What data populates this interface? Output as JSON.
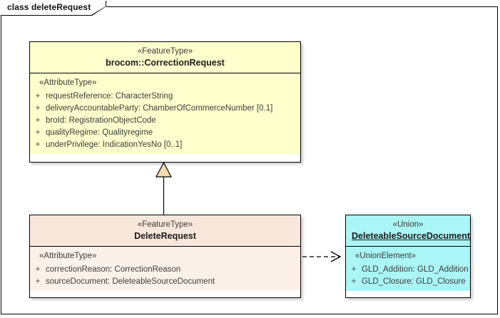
{
  "diagram": {
    "frame_label": "class deleteRequest",
    "background": "#ffffff",
    "border_color": "#000000"
  },
  "classes": [
    {
      "id": "correction-request",
      "stereotype": "«FeatureType»",
      "name": "brocom::CorrectionRequest",
      "fill_header": "#feffcc",
      "fill_body": "#feffcc",
      "compartment_stereotype": "«AttributeType»",
      "attributes": [
        {
          "visibility": "+",
          "text": "requestReference: CharacterString"
        },
        {
          "visibility": "+",
          "text": "deliveryAccountableParty: ChamberOfCommerceNumber [0.1]"
        },
        {
          "visibility": "+",
          "text": "broId: RegistrationObjectCode"
        },
        {
          "visibility": "+",
          "text": "qualityRegime: Qualityregime"
        },
        {
          "visibility": "+",
          "text": "underPrivilege: IndicationYesNo [0..1]"
        }
      ]
    },
    {
      "id": "delete-request",
      "stereotype": "«FeatureType»",
      "name": "DeleteRequest",
      "fill_header": "#f9e7dc",
      "fill_body": "#fcf1e9",
      "compartment_stereotype": "«AttributeType»",
      "attributes": [
        {
          "visibility": "+",
          "text": "correctionReason: CorrectionReason"
        },
        {
          "visibility": "+",
          "text": "sourceDocument: DeleteableSourceDocument"
        }
      ]
    },
    {
      "id": "deleteable-source-document",
      "stereotype": "«Union»",
      "name": "DeleteableSourceDocument",
      "fill_header": "#aaf5f5",
      "fill_body": "#aaf5f5",
      "compartment_stereotype": "«UnionElement»",
      "attributes": [
        {
          "visibility": "+",
          "text": "GLD_Addition: GLD_Addition"
        },
        {
          "visibility": "+",
          "text": "GLD_Closure: GLD_Closure"
        }
      ]
    }
  ],
  "connectors": [
    {
      "id": "generalization",
      "kind": "generalization",
      "from": "DeleteRequest",
      "to": "brocom::CorrectionRequest",
      "line_style": "solid",
      "arrow": "hollow-triangle",
      "arrow_fill": "#f6dbb0"
    },
    {
      "id": "dependency",
      "kind": "dependency",
      "from": "DeleteRequest",
      "to": "DeleteableSourceDocument",
      "line_style": "dashed",
      "arrow": "open-stick"
    }
  ]
}
